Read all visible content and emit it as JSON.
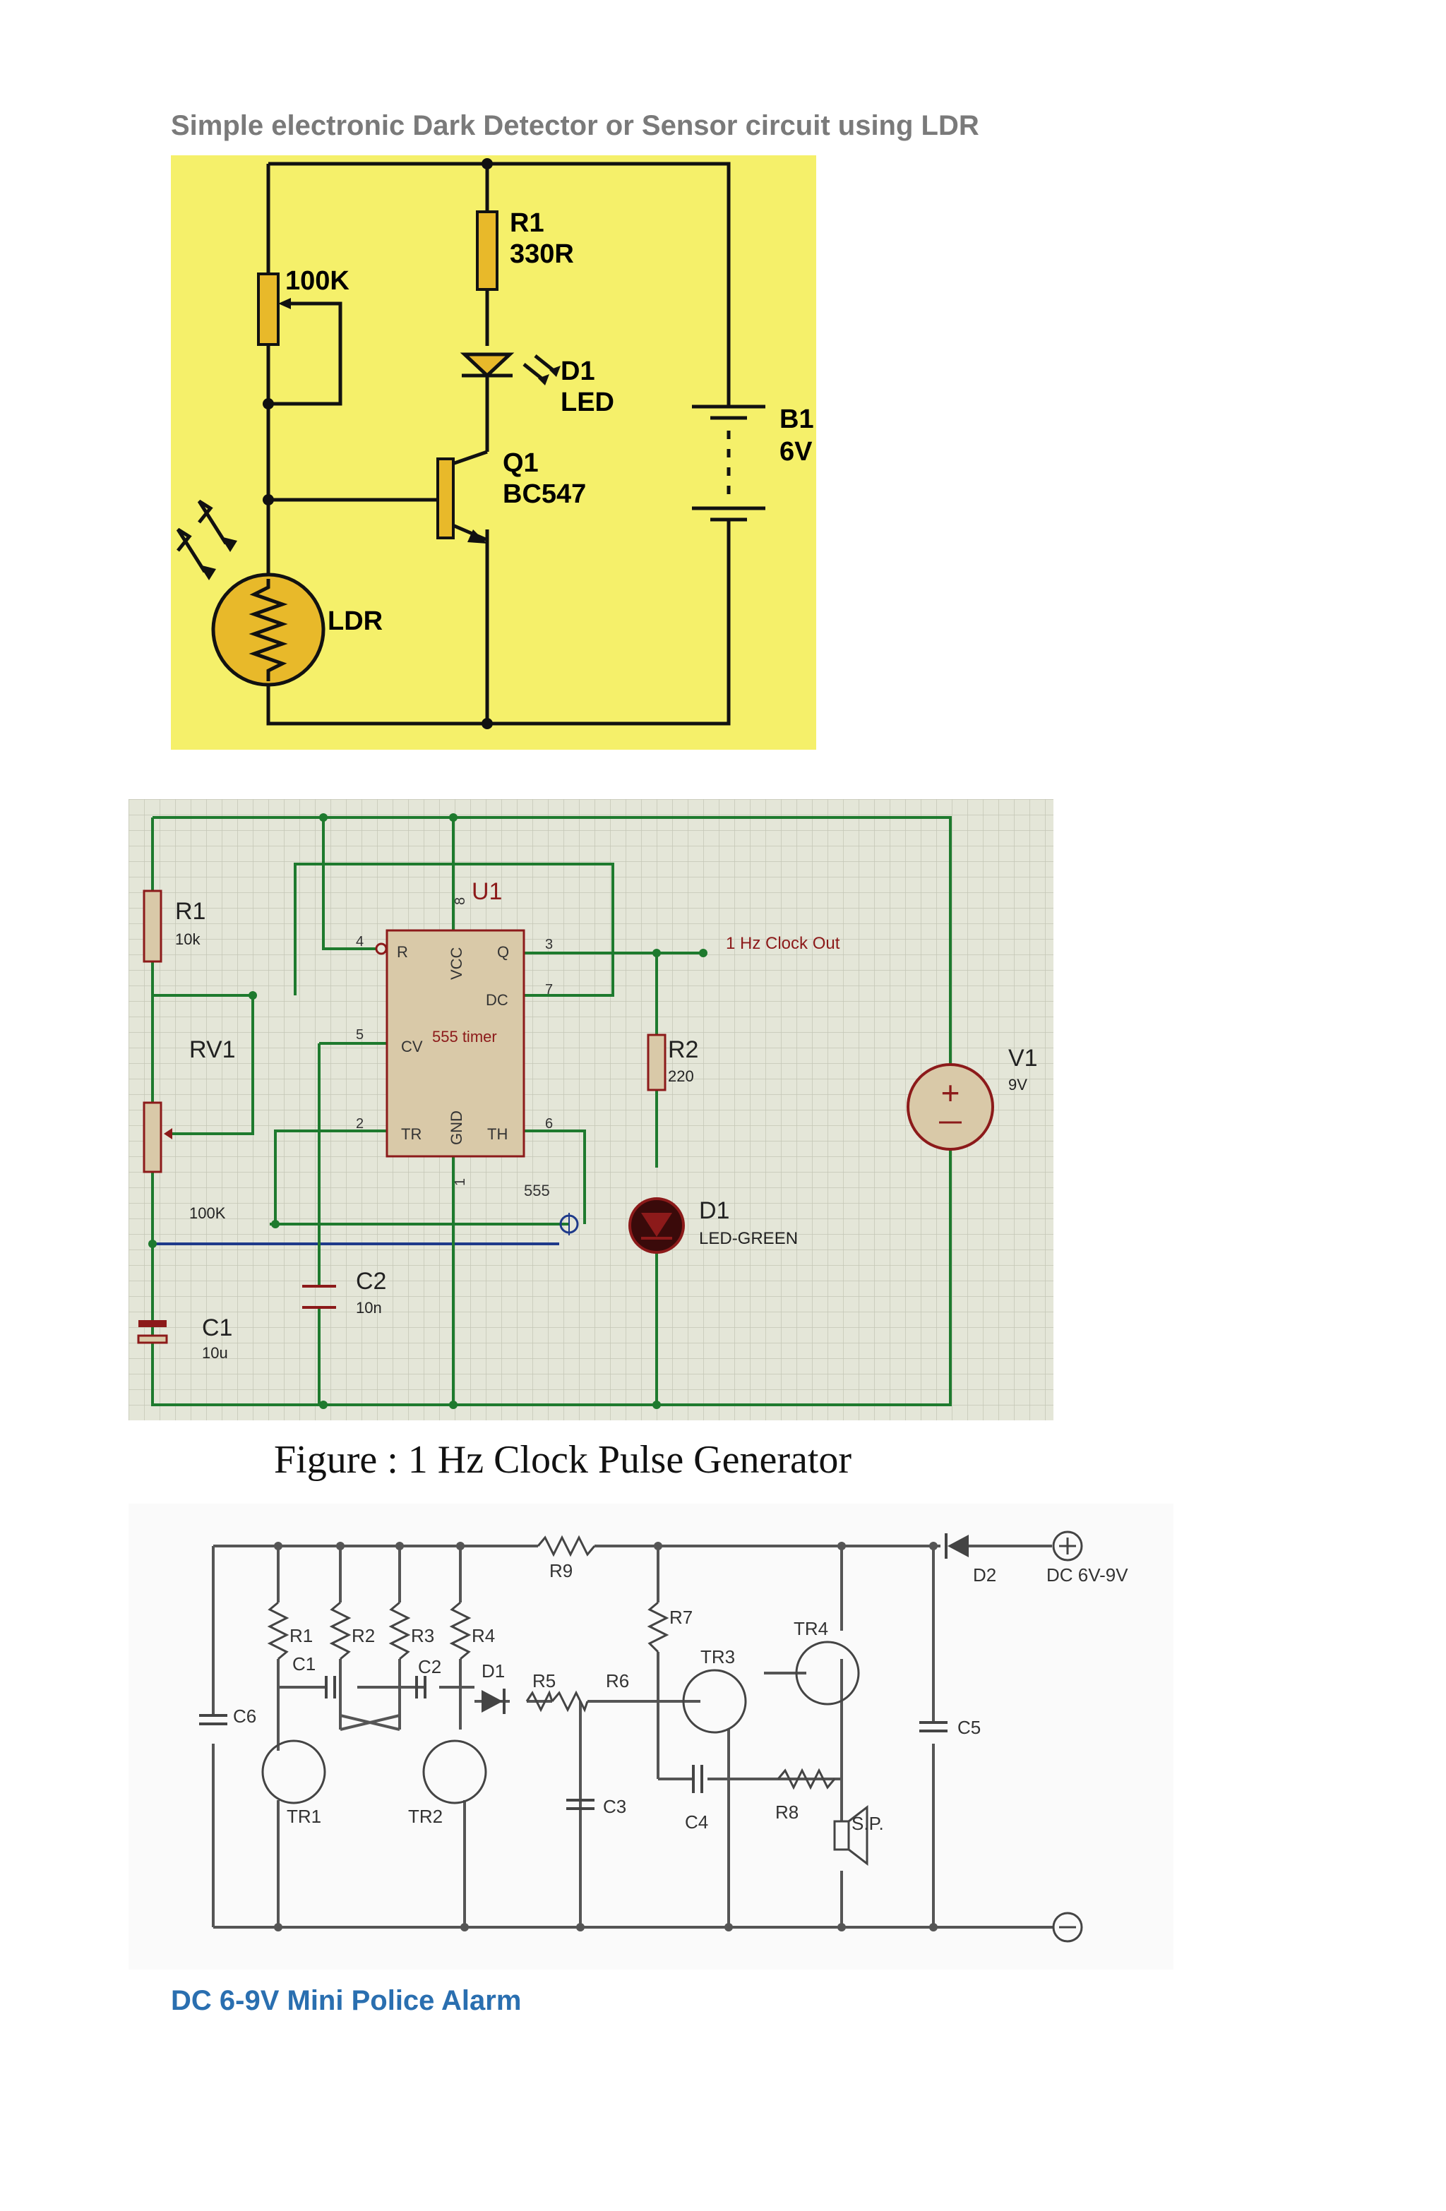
{
  "headings": {
    "ldr_title": "Simple electronic Dark Detector or Sensor circuit using LDR",
    "alarm_title": "DC 6-9V Mini Police Alarm"
  },
  "colors": {
    "yellow_bg": "#f5f06a",
    "component_fill": "#e8b92a",
    "grid_bg": "#e4e6d8",
    "wire_green": "#1e7a2e",
    "dark_red": "#8c1a1a",
    "title_blue": "#2a6fb0",
    "title_gray": "#7a7a7a"
  },
  "ldr_circuit": {
    "pot": "100K",
    "r1_name": "R1",
    "r1_value": "330R",
    "d1_name": "D1",
    "d1_type": "LED",
    "q1_name": "Q1",
    "q1_type": "BC547",
    "b1_name": "B1",
    "b1_value": "6V",
    "ldr": "LDR"
  },
  "clock_circuit": {
    "u1": "U1",
    "r1_name": "R1",
    "r1_value": "10k",
    "rv1_name": "RV1",
    "rv1_value": "100K",
    "c1_name": "C1",
    "c1_value": "10u",
    "c2_name": "C2",
    "c2_value": "10n",
    "r2_name": "R2",
    "r2_value": "220",
    "d1_name": "D1",
    "d1_type": "LED-GREEN",
    "v1_name": "V1",
    "v1_value": "9V",
    "chip_label": "555 timer",
    "chip_sub": "555",
    "out_label": "1 Hz Clock Out",
    "pins": {
      "p8": "8",
      "p4": "4",
      "p3": "3",
      "p7": "7",
      "p5": "5",
      "p2": "2",
      "p6": "6",
      "p1": "1"
    },
    "pin_names": {
      "r": "R",
      "q": "Q",
      "dc": "DC",
      "cv": "CV",
      "tr": "TR",
      "th": "TH",
      "vcc": "VCC",
      "gnd": "GND"
    },
    "caption": "Figure : 1 Hz Clock Pulse Generator"
  },
  "alarm_circuit": {
    "r1": "R1",
    "r2": "R2",
    "r3": "R3",
    "r4": "R4",
    "r5": "R5",
    "r6": "R6",
    "r7": "R7",
    "r8": "R8",
    "r9": "R9",
    "c1": "C1",
    "c2": "C2",
    "c3": "C3",
    "c4": "C4",
    "c5": "C5",
    "c6": "C6",
    "d1": "D1",
    "d2": "D2",
    "tr1": "TR1",
    "tr2": "TR2",
    "tr3": "TR3",
    "tr4": "TR4",
    "sp": "S.P.",
    "supply": "DC 6V-9V"
  }
}
